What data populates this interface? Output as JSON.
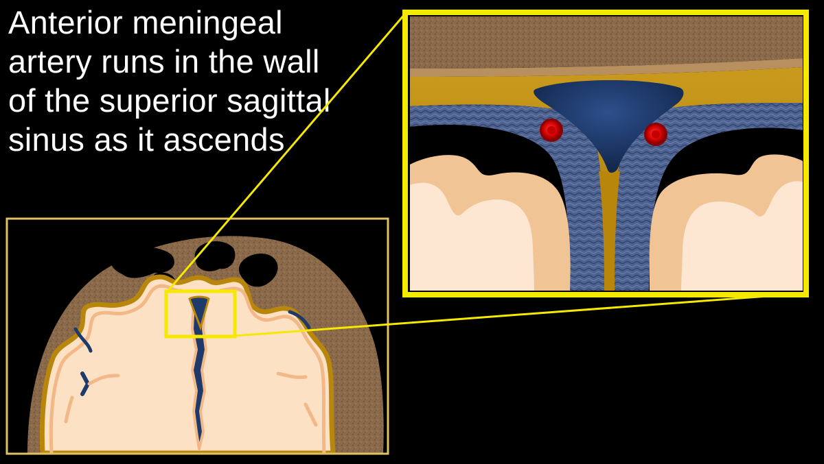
{
  "slide": {
    "title": "Anterior meningeal artery runs in the wall of the superior sagittal sinus as it ascends"
  },
  "colors": {
    "background": "#000000",
    "bone": "#8a6a4a",
    "bone_speckle": "#6b4f33",
    "dura": "#b8860b",
    "dura_light": "#c9a227",
    "sinus": "#1d3a6b",
    "arachnoid": "#4a5f8a",
    "gray_matter": "#f2c99a",
    "white_matter": "#fde6cf",
    "artery": "#e01010",
    "callout_frame": "#f5e900",
    "overview_frame": "#e2c065"
  },
  "elements": {
    "overview": "coronal-skull-overview",
    "zoom_box": "zoom-selection-box",
    "magnified_view": "magnified-sinus-view",
    "arteries": [
      "left-anterior-meningeal-artery",
      "right-anterior-meningeal-artery"
    ]
  }
}
